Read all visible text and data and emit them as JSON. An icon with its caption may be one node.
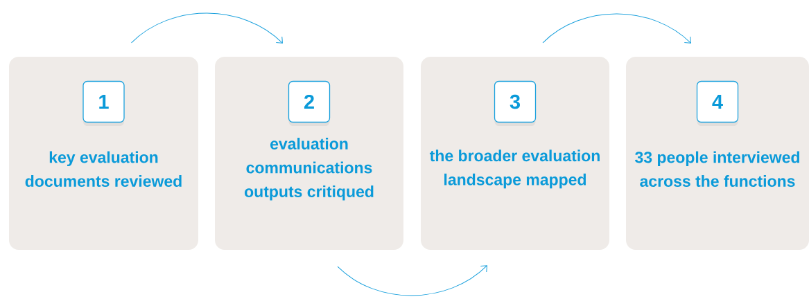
{
  "diagram": {
    "nodes": [
      {
        "text": [
          "key evaluation documents reviewed"
        ]
      },
      {
        "text": [
          "1"
        ],
        "in": 0
      },
      {
        "text": [
          "evaluation communications outputs critiqued"
        ]
      },
      {
        "text": [
          "2"
        ],
        "in": 2
      },
      {
        "text": [
          "the broader evaluation landscape mapped"
        ]
      },
      {
        "text": [
          "3"
        ],
        "in": 4
      },
      {
        "text": [
          "33 people interviewed across the functions"
        ]
      },
      {
        "text": [
          "4"
        ],
        "in": 6
      }
    ],
    "edges": [
      {
        "from": 0,
        "to": 2,
        "arrow": "to"
      },
      {
        "from": 2,
        "to": 4,
        "arrow": "to"
      },
      {
        "from": 4,
        "to": 6,
        "arrow": "to"
      }
    ]
  }
}
